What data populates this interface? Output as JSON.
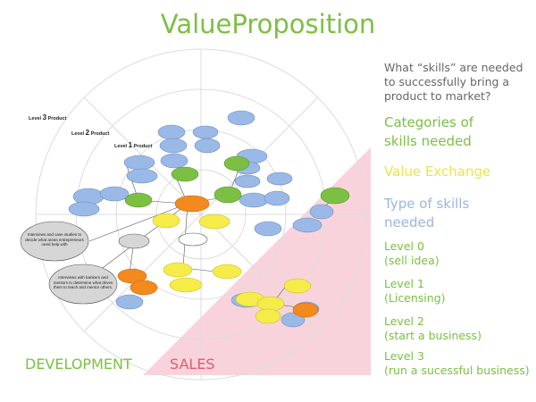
{
  "title": "ValueProposition",
  "question": "What “skills” are needed to successfully bring a product to market?",
  "legend": {
    "categories": "Categories of skills needed",
    "value_exchange": "Value Exchange",
    "type_of_skills": "Type of skills needed",
    "levels": [
      {
        "name": "Level 0",
        "desc": "(sell idea)"
      },
      {
        "name": "Level 1",
        "desc": "(Licensing)"
      },
      {
        "name": "Level 2",
        "desc": "(start a business)"
      },
      {
        "name": "Level 3",
        "desc": "(run a sucessful business)"
      }
    ]
  },
  "bottom": {
    "development": "DEVELOPMENT",
    "sales": "SALES"
  },
  "ring_labels": {
    "level3": {
      "prefix": "Level ",
      "num": "3",
      "suffix": " Product"
    },
    "level2": {
      "prefix": "Level ",
      "num": "2",
      "suffix": " Product"
    },
    "level1": {
      "prefix": "Level ",
      "num": "1",
      "suffix": " Product"
    }
  },
  "callouts": [
    "Interviews and case studies to decide what areas entrepreneurs need help with",
    "Interviews with bankers and mentors to determine what drives them to teach and mentor others."
  ],
  "colors": {
    "green": "#7bc043",
    "yellow": "#f5ec4a",
    "blue": "#9bb9e6",
    "orange": "#f28a1e",
    "grey": "#cfcfcf",
    "pink": "#f9d3dc"
  }
}
